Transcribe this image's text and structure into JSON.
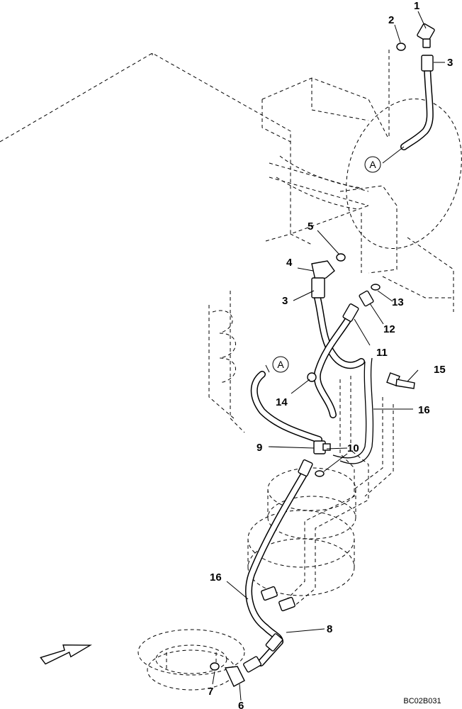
{
  "callouts": {
    "c1": "1",
    "c2": "2",
    "c3a": "3",
    "c3b": "3",
    "c4": "4",
    "c5": "5",
    "c6": "6",
    "c7": "7",
    "c8": "8",
    "c9": "9",
    "c10": "10",
    "c11": "11",
    "c12": "12",
    "c13": "13",
    "c14": "14",
    "c15": "15",
    "c16a": "16",
    "c16b": "16"
  },
  "detail_refs": {
    "ref_a_top": "A",
    "ref_a_mid": "A"
  },
  "drawing_code": "BC02B031",
  "icons": {
    "direction_arrow": "front-direction-arrow-icon"
  }
}
